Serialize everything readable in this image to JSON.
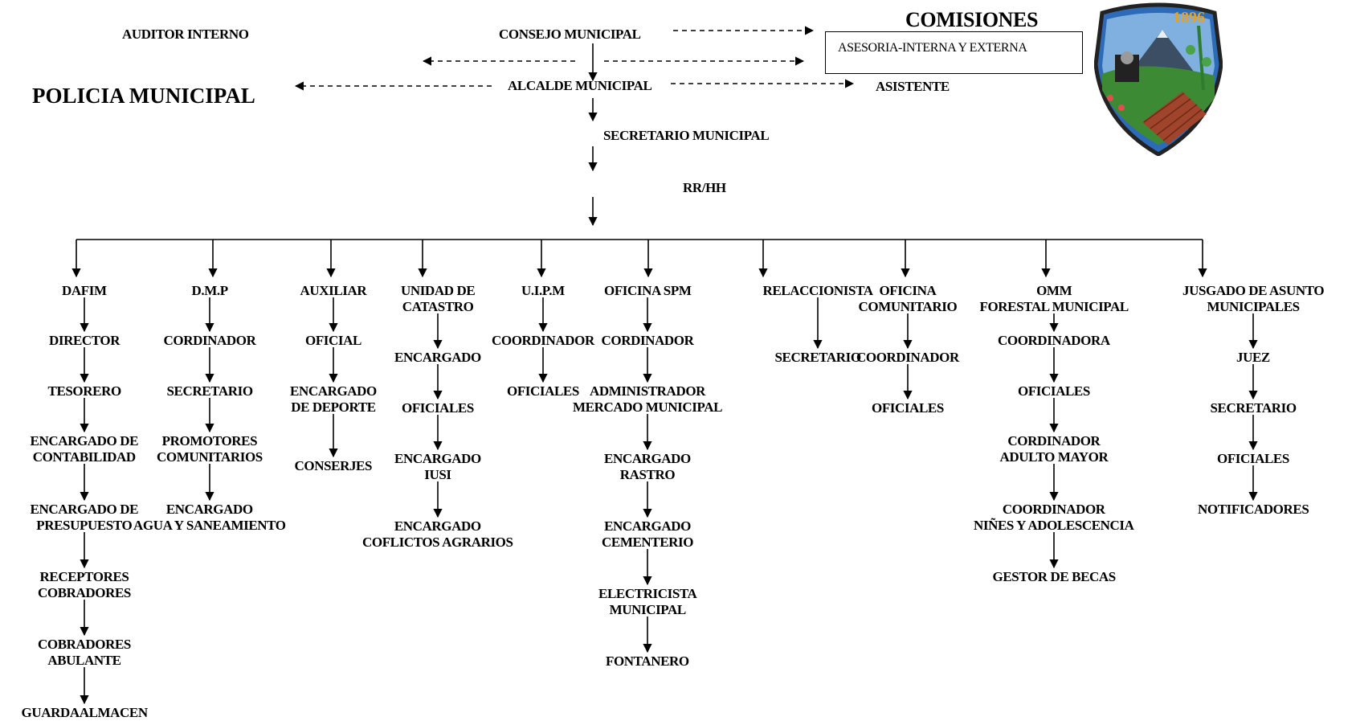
{
  "header": {
    "auditor": "AUDITOR INTERNO",
    "policia": "POLICIA MUNICIPAL",
    "consejo": "CONSEJO MUNICIPAL",
    "alcalde": "ALCALDE MUNICIPAL",
    "secretario": "SECRETARIO MUNICIPAL",
    "rrhh": "RR/HH",
    "comisiones": "COMISIONES",
    "asesoria": "ASESORIA-INTERNA Y EXTERNA",
    "asistente": "ASISTENTE",
    "crest_year": "1896"
  },
  "departments": [
    {
      "title": "DAFIM",
      "items": [
        "DIRECTOR",
        "TESORERO",
        "ENCARGADO DE\nCONTABILIDAD",
        "ENCARGADO DE\nPRESUPUESTO",
        "RECEPTORES\nCOBRADORES",
        "COBRADORES\nABULANTE",
        "GUARDAALMACEN"
      ]
    },
    {
      "title": "D.M.P",
      "items": [
        "CORDINADOR",
        "SECRETARIO",
        "PROMOTORES\nCOMUNITARIOS",
        "ENCARGADO\nAGUA Y SANEAMIENTO"
      ]
    },
    {
      "title": "AUXILIAR",
      "items": [
        "OFICIAL",
        "ENCARGADO\nDE DEPORTE",
        "CONSERJES"
      ]
    },
    {
      "title": "UNIDAD DE\nCATASTRO",
      "items": [
        "ENCARGADO",
        "OFICIALES",
        "ENCARGADO\nIUSI",
        "ENCARGADO\nCOFLICTOS AGRARIOS"
      ]
    },
    {
      "title": "U.I.P.M",
      "items": [
        "COORDINADOR",
        "OFICIALES"
      ]
    },
    {
      "title": "OFICINA SPM",
      "items": [
        "CORDINADOR",
        "ADMINISTRADOR\nMERCADO MUNICIPAL",
        "ENCARGADO\nRASTRO",
        "ENCARGADO\nCEMENTERIO",
        "ELECTRICISTA\nMUNICIPAL",
        "FONTANERO"
      ]
    },
    {
      "title": "RELACCIONISTA",
      "items": [
        "SECRETARIO"
      ]
    },
    {
      "title": "OFICINA\nCOMUNITARIO",
      "items": [
        "COORDINADOR",
        "OFICIALES"
      ]
    },
    {
      "title": "OMM\nFORESTAL MUNICIPAL",
      "items": [
        "COORDINADORA",
        "OFICIALES",
        "CORDINADOR\nADULTO MAYOR",
        "COORDINADOR\nNIÑES Y ADOLESCENCIA",
        "GESTOR DE BECAS"
      ]
    },
    {
      "title": "JUSGADO DE ASUNTO\nMUNICIPALES",
      "items": [
        "JUEZ",
        "SECRETARIO",
        "OFICIALES",
        "NOTIFICADORES"
      ]
    }
  ]
}
